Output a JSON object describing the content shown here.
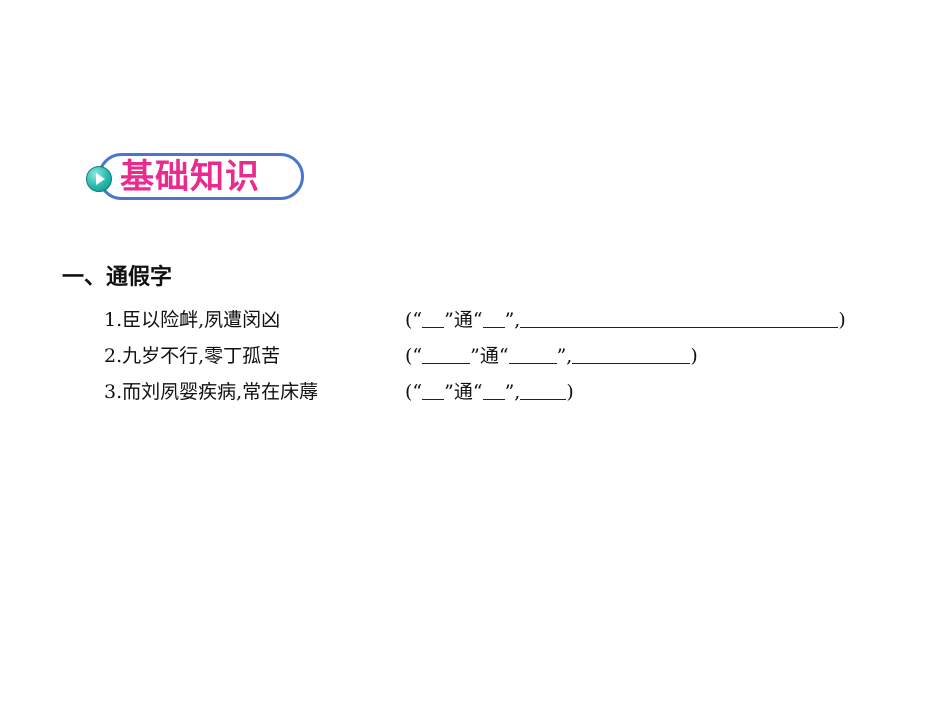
{
  "header": {
    "badge_title": "基础知识",
    "icon": "play-icon",
    "colors": {
      "title": "#ea2a8e",
      "border": "#4a76d1",
      "icon": "#23b8ae"
    }
  },
  "section": {
    "title": "一、通假字"
  },
  "items": [
    {
      "sentence": "1.臣以险衅,夙遭闵凶",
      "open": "(“",
      "mid1": "”通“",
      "mid2": "”,",
      "close": ")"
    },
    {
      "sentence": "2.九岁不行,零丁孤苦",
      "open": "(“",
      "mid1": "”通“",
      "mid2": "”,",
      "close": ")"
    },
    {
      "sentence": "3.而刘夙婴疾病,常在床蓐",
      "open": "(“",
      "mid1": "”通“",
      "mid2": "”,",
      "close": ")"
    }
  ]
}
